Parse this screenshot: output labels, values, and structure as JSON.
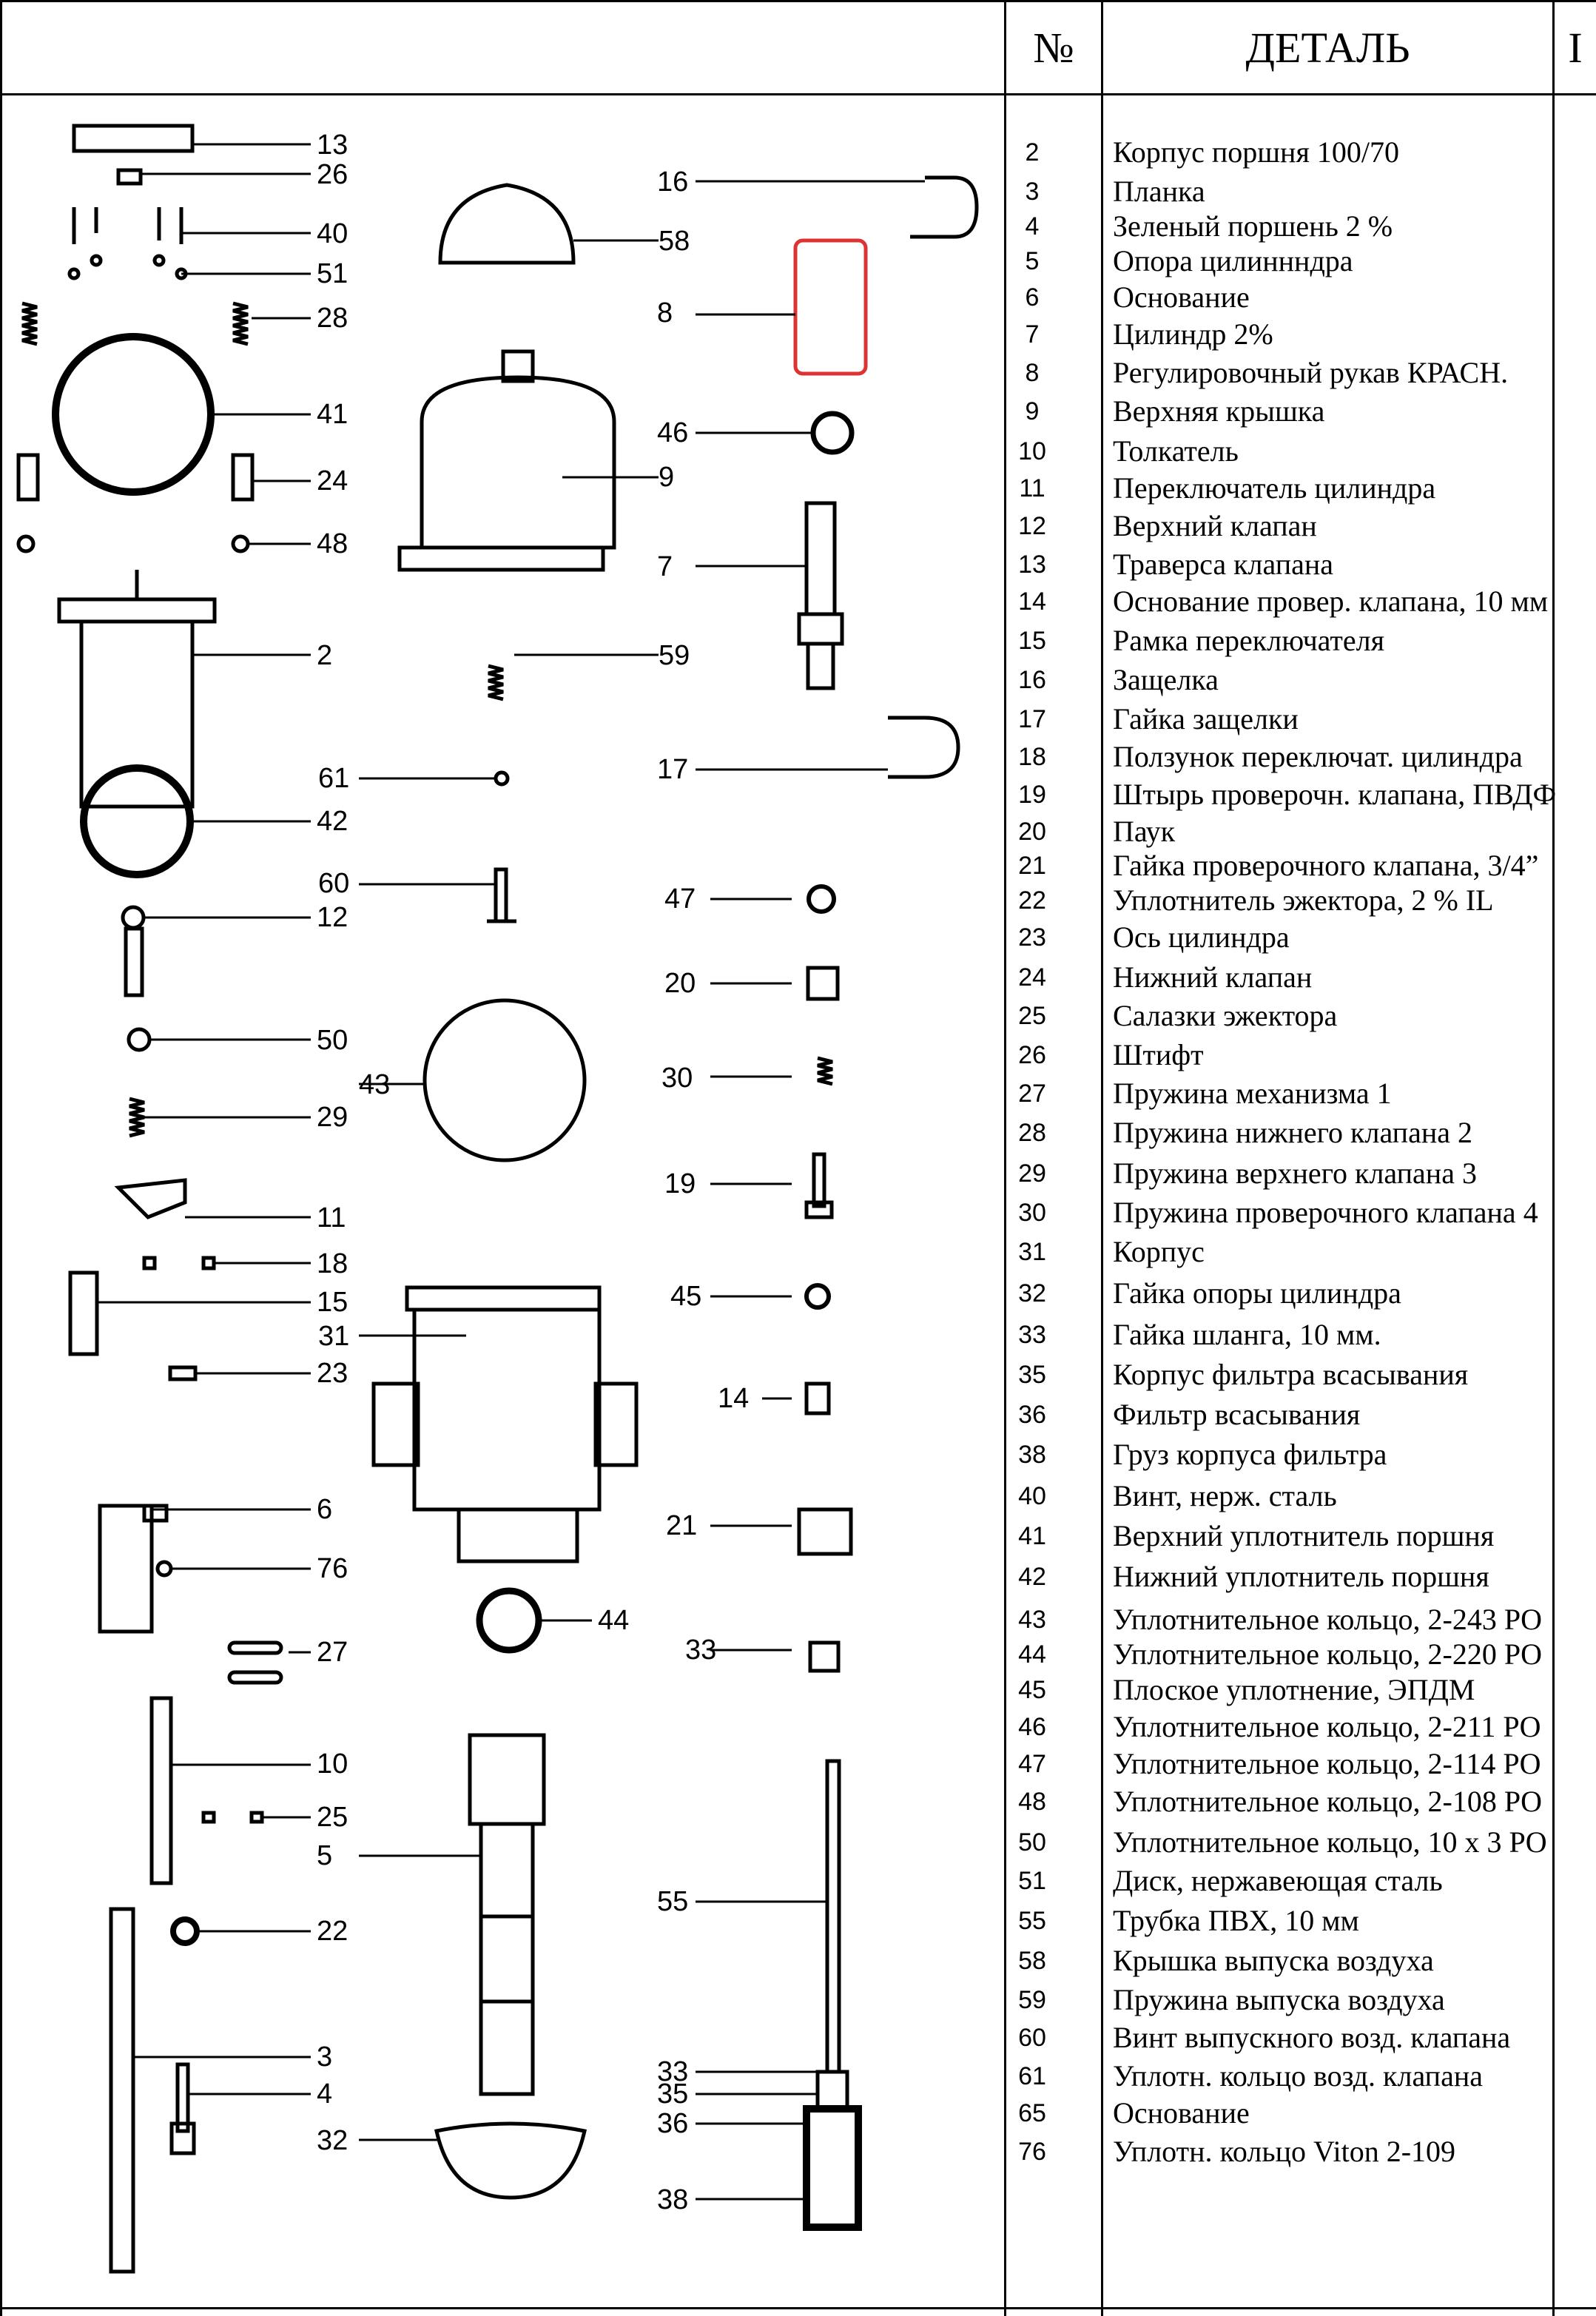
{
  "table": {
    "col_no": "№",
    "col_part": "ДЕТАЛЬ",
    "col_extra": "I",
    "rows": [
      {
        "no": "2",
        "name": "Корпус поршня 100/70"
      },
      {
        "no": "3",
        "name": "Планка"
      },
      {
        "no": "4",
        "name": "Зеленый поршень 2 %"
      },
      {
        "no": "5",
        "name": "Опора цилиннндра"
      },
      {
        "no": "6",
        "name": "Основание"
      },
      {
        "no": "7",
        "name": "Цилиндр 2%"
      },
      {
        "no": "8",
        "name": "Регулировочный рукав КРАСН."
      },
      {
        "no": "9",
        "name": "Верхняя крышка"
      },
      {
        "no": "10",
        "name": "Толкатель"
      },
      {
        "no": "11",
        "name": "Переключатель цилиндра"
      },
      {
        "no": "12",
        "name": "Верхний клапан"
      },
      {
        "no": "13",
        "name": "Траверса клапана"
      },
      {
        "no": "14",
        "name": "Основание  провер. клапана, 10 мм"
      },
      {
        "no": "15",
        "name": "Рамка переключателя"
      },
      {
        "no": "16",
        "name": "Защелка"
      },
      {
        "no": "17",
        "name": "Гайка защелки"
      },
      {
        "no": "18",
        "name": "Ползунок переключат. цилиндра"
      },
      {
        "no": "19",
        "name": "Штырь проверочн. клапана, ПВДФ"
      },
      {
        "no": "20",
        "name": "Паук"
      },
      {
        "no": "21",
        "name": "Гайка проверочного клапана, 3/4”"
      },
      {
        "no": "22",
        "name": "Уплотнитель эжектора, 2 % IL"
      },
      {
        "no": "23",
        "name": "Ось цилиндра"
      },
      {
        "no": "24",
        "name": "Нижний клапан"
      },
      {
        "no": "25",
        "name": "Салазки эжектора"
      },
      {
        "no": "26",
        "name": "Штифт"
      },
      {
        "no": "27",
        "name": "Пружина механизма 1"
      },
      {
        "no": "28",
        "name": "Пружина нижнего клапана 2"
      },
      {
        "no": "29",
        "name": "Пружина верхнего клапана 3"
      },
      {
        "no": "30",
        "name": "Пружина проверочного клапана 4"
      },
      {
        "no": "31",
        "name": "Корпус"
      },
      {
        "no": "32",
        "name": "Гайка опоры цилиндра"
      },
      {
        "no": "33",
        "name": "Гайка шланга, 10 мм."
      },
      {
        "no": "35",
        "name": "Корпус фильтра всасывания"
      },
      {
        "no": "36",
        "name": "Фильтр всасывания"
      },
      {
        "no": "38",
        "name": "Груз корпуса фильтра"
      },
      {
        "no": "40",
        "name": "Винт, нерж. сталь"
      },
      {
        "no": "41",
        "name": "Верхний уплотнитель поршня"
      },
      {
        "no": "42",
        "name": "Нижний уплотнитель поршня"
      },
      {
        "no": "43",
        "name": "Уплотнительное кольцо, 2-243 PO"
      },
      {
        "no": "44",
        "name": "Уплотнительное кольцо, 2-220 PO"
      },
      {
        "no": "45",
        "name": "Плоское уплотнение, ЭПДМ"
      },
      {
        "no": "46",
        "name": "Уплотнительное кольцо, 2-211 PO"
      },
      {
        "no": "47",
        "name": "Уплотнительное кольцо, 2-114 PO"
      },
      {
        "no": "48",
        "name": "Уплотнительное кольцо, 2-108 PO"
      },
      {
        "no": "50",
        "name": "Уплотнительное кольцо, 10 x 3 PO"
      },
      {
        "no": "51",
        "name": "Диск, нержавеющая сталь"
      },
      {
        "no": "55",
        "name": "Трубка ПВХ, 10 мм"
      },
      {
        "no": "58",
        "name": "Крышка выпуска воздуха"
      },
      {
        "no": "59",
        "name": "Пружина  выпуска воздуха"
      },
      {
        "no": "60",
        "name": "Винт выпускного возд. клапана"
      },
      {
        "no": "61",
        "name": "Уплотн. кольцо возд. клапана"
      },
      {
        "no": "65",
        "name": "Основание"
      },
      {
        "no": "76",
        "name": "Уплотн. кольцо Viton 2-109"
      }
    ]
  },
  "diagram": {
    "highlight_color": "#dd3333",
    "callouts": [
      "13",
      "26",
      "40",
      "51",
      "28",
      "41",
      "24",
      "48",
      "2",
      "61",
      "42",
      "60",
      "12",
      "50",
      "43",
      "29",
      "11",
      "18",
      "15",
      "31",
      "23",
      "6",
      "76",
      "44",
      "27",
      "10",
      "25",
      "5",
      "22",
      "3",
      "4",
      "32",
      "16",
      "58",
      "8",
      "46",
      "9",
      "7",
      "59",
      "17",
      "47",
      "20",
      "30",
      "19",
      "45",
      "14",
      "21",
      "33",
      "55",
      "33",
      "35",
      "36",
      "38"
    ]
  }
}
